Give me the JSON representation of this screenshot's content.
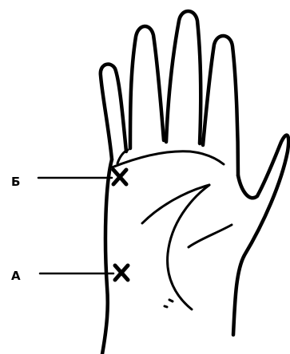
{
  "points": [
    {
      "id": "b",
      "label": "Б"
    },
    {
      "id": "a",
      "label": "А"
    }
  ],
  "colors": {
    "ink": "#000000",
    "background": "#ffffff"
  }
}
